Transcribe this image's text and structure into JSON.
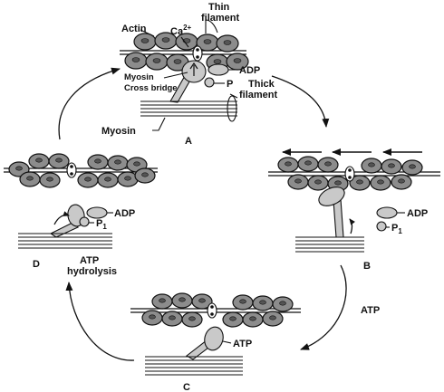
{
  "labels": {
    "actin": "Actin",
    "calcium": "Ca",
    "calcium_sup": "2+",
    "thin_filament_line1": "Thin",
    "thin_filament_line2": "filament",
    "adp_a": "ADP",
    "myosin_line1": "Myosin",
    "cross_bridge": "Cross bridge",
    "p_a": "P",
    "thick_filament_line1": "Thick",
    "thick_filament_line2": "filament",
    "myosin": "Myosin",
    "adp_b": "ADP",
    "p1_b": "P",
    "p1_b_sub": "1",
    "atp_path": "ATP",
    "atp_c": "ATP",
    "adp_d": "ADP",
    "p1_d": "P",
    "p1_d_sub": "1",
    "atp_hydrolysis_line1": "ATP",
    "atp_hydrolysis_line2": "hydrolysis"
  },
  "stages": {
    "a": "A",
    "b": "B",
    "c": "C",
    "d": "D"
  }
}
